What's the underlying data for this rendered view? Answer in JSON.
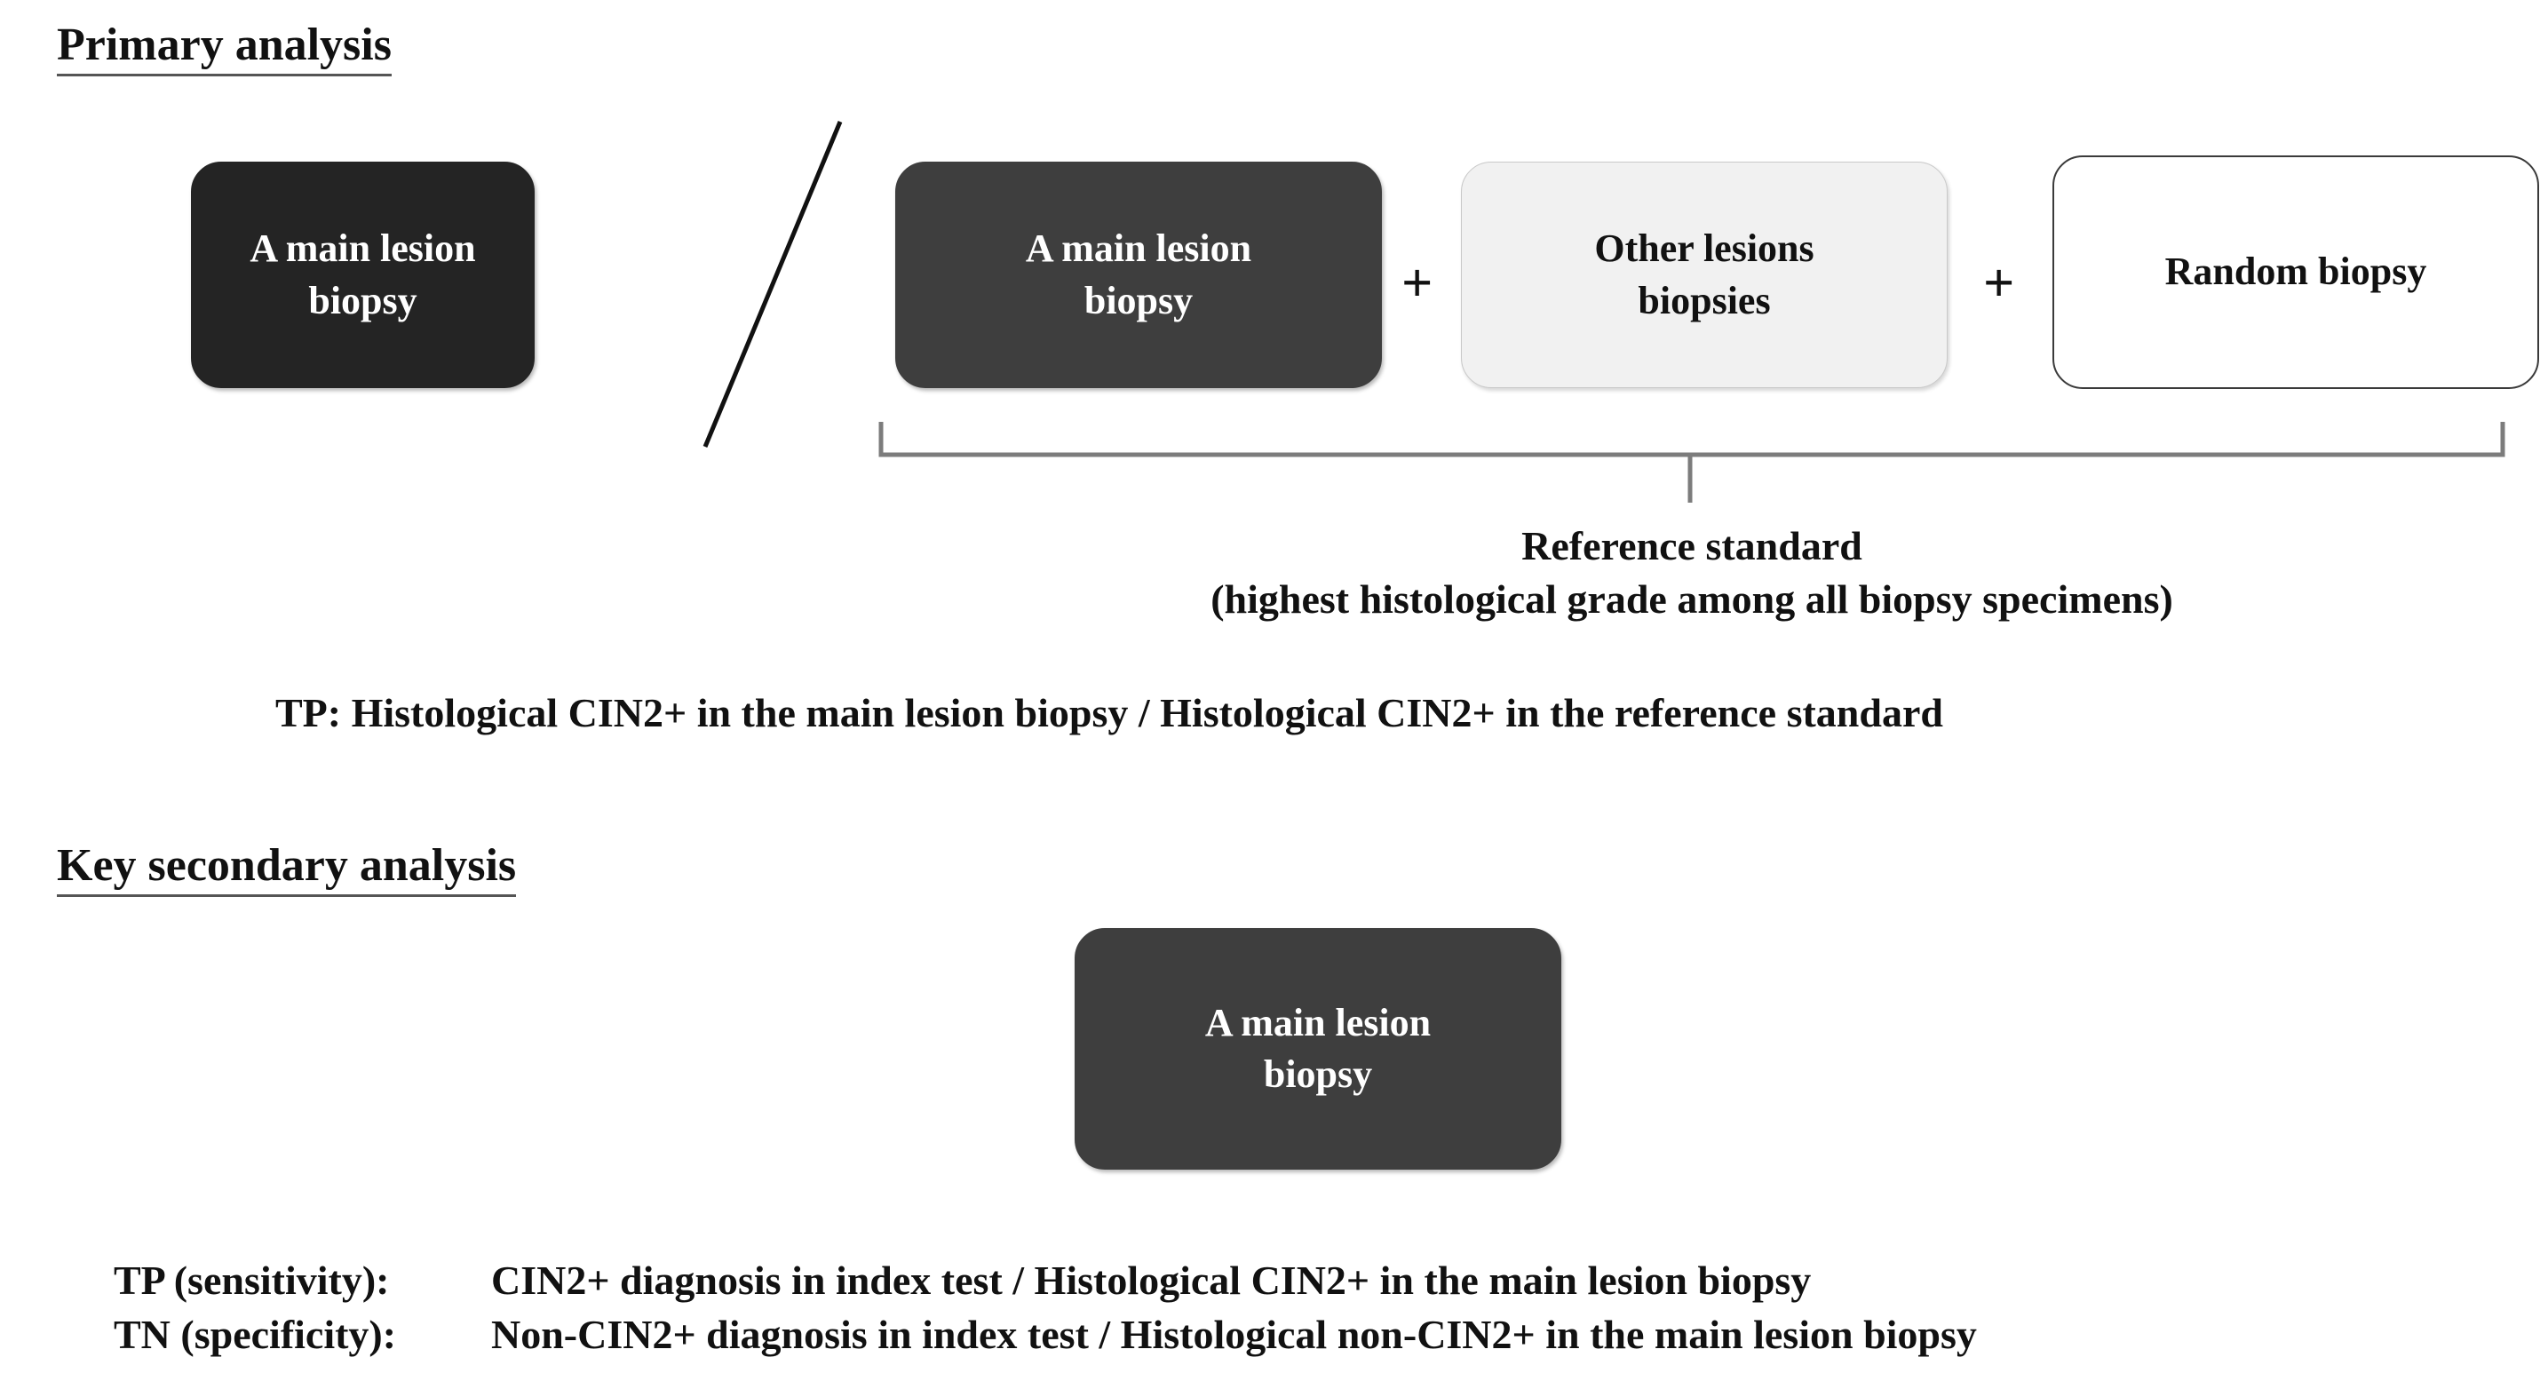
{
  "primary": {
    "heading": "Primary analysis",
    "index_test_box": {
      "label": "A main lesion\nbiopsy",
      "style": "dark"
    },
    "separator": "/",
    "reference_boxes": [
      {
        "label": "A main lesion\nbiopsy",
        "style": "dark"
      },
      {
        "label": "Other lesions\nbiopsies",
        "style": "light"
      },
      {
        "label": "Random biopsy",
        "style": "white"
      }
    ],
    "operators": [
      "+",
      "+"
    ],
    "reference_caption": {
      "line1": "Reference standard",
      "line2": "(highest histological  grade among all biopsy specimens)"
    },
    "definition": "TP: Histological  CIN2+ in the main lesion biopsy / Histological  CIN2+ in the reference standard"
  },
  "secondary": {
    "heading": "Key secondary analysis",
    "index_test_box": {
      "label": "A main lesion\nbiopsy",
      "style": "dark"
    },
    "metrics": [
      {
        "key": "TP (sensitivity):",
        "value": "CIN2+ diagnosis in index test / Histological  CIN2+ in the main lesion biopsy"
      },
      {
        "key": "TN (specificity):",
        "value": "Non-CIN2+ diagnosis in index test / Histological  non-CIN2+ in the main lesion biopsy"
      }
    ]
  },
  "colors": {
    "box_dark": "#242424",
    "box_dark_secondary": "#3e3e3e",
    "box_light": "#f1f1f1",
    "box_white": "#ffffff",
    "bracket": "#7c7c7c",
    "text": "#111111",
    "background": "#ffffff"
  }
}
